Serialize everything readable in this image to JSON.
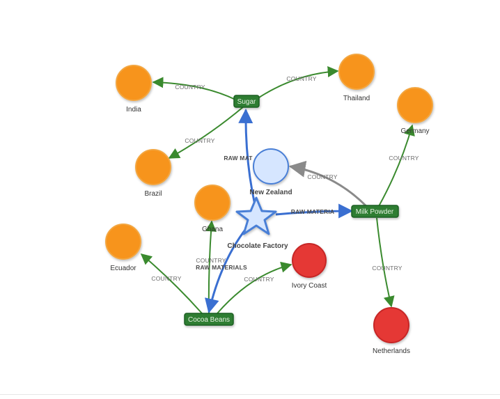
{
  "colors": {
    "country_orange": "#f7941d",
    "country_red": "#e53935",
    "category_green": "#2e7d32",
    "edge_green": "#3a8a2e",
    "edge_blue": "#3a6fd1",
    "edge_gray": "#8a8a8a",
    "hub_fill": "#d6e6ff",
    "hub_stroke": "#4a7fd6"
  },
  "nodes": {
    "india": "India",
    "thailand": "Thailand",
    "germany": "Germany",
    "brazil": "Brazil",
    "new_zealand": "New Zealand",
    "ghana": "Ghana",
    "ecuador": "Ecuador",
    "ivory_coast": "Ivory Coast",
    "netherlands": "Netherlands",
    "chocolate_factory": "Chocolate Factory",
    "sugar": "Sugar",
    "milk_powder": "Milk Powder",
    "cocoa_beans": "Cocoa Beans"
  },
  "edges": {
    "sugar_india": "COUNTRY",
    "sugar_thailand": "COUNTRY",
    "sugar_brazil": "COUNTRY",
    "factory_sugar": "RAW MAT",
    "milk_germany": "COUNTRY",
    "milk_newzealand": "COUNTRY",
    "factory_milk": "RAW MATERIA",
    "milk_netherlands": "COUNTRY",
    "cocoa_ecuador": "COUNTRY",
    "cocoa_ghana": "COUNTRY",
    "factory_cocoa": "RAW MATERIALS",
    "cocoa_ivorycoast": "COUNTRY"
  }
}
